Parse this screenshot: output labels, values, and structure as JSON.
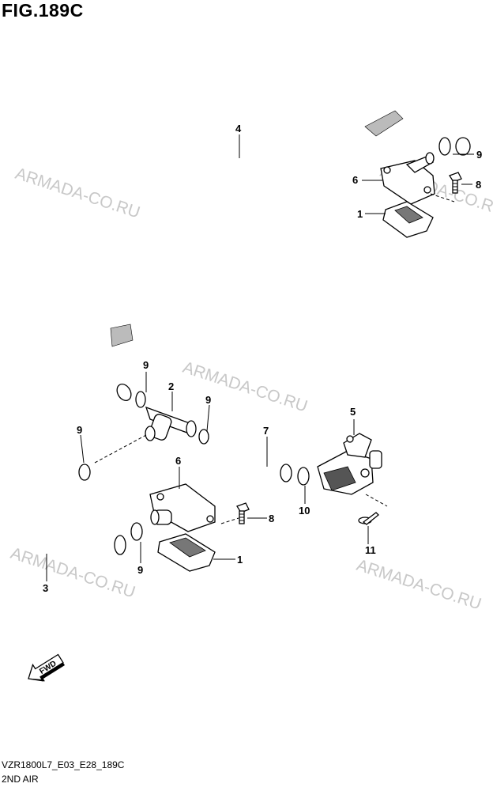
{
  "figure": {
    "title": "FIG.189C",
    "code": "VZR1800L7_E03_E28_189C",
    "subtitle": "2ND AIR"
  },
  "watermark": "ARMADA-CO.RU",
  "callouts": {
    "c1a": "1",
    "c1b": "1",
    "c2": "2",
    "c3": "3",
    "c4": "4",
    "c5": "5",
    "c6a": "6",
    "c6b": "6",
    "c7": "7",
    "c8a": "8",
    "c8b": "8",
    "c9a": "9",
    "c9b": "9",
    "c9c": "9",
    "c9d": "9",
    "c9e": "9",
    "c10": "10",
    "c11": "11"
  },
  "fwd_label": "FWD"
}
